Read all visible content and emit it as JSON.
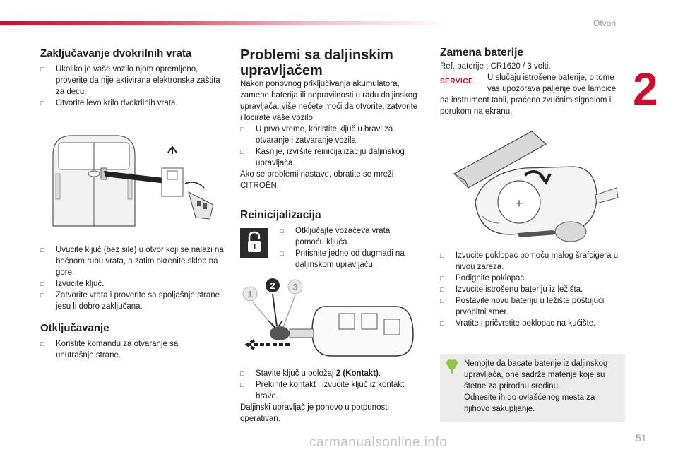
{
  "header": {
    "section_label": "Otvori",
    "chapter_number": "2",
    "page_number": "51"
  },
  "watermark": "carmanualsonline.info",
  "col1": {
    "heading1": "Zaključavanje dvokrilnih vrata",
    "bullets1": [
      "Ukoliko je vaše vozilo njom opremljeno, proverite da nije aktivirana elektronska zaštita za decu.",
      "Otvorite levo krilo dvokrilnih vrata."
    ],
    "bullets2": [
      "Uvucite ključ (bez sile) u otvor koji se nalazi na bočnom rubu vrata, a zatim okrenite sklop na gore.",
      "Izvucite ključ.",
      "Zatvorite vrata i proverite sa spoljašnje strane jesu li dobro zaključana."
    ],
    "heading2": "Otključavanje",
    "bullets3": [
      "Koristite komandu za otvaranje sa unutrašnje strane."
    ]
  },
  "col2": {
    "heading1": "Problemi sa daljinskim upravljačem",
    "para1": "Nakon ponovnog priključivanja akumulatora, zamene baterija ili nepravilnosti u radu daljinskog upravljača, više nećete moći da otvorite, zatvorite i locirate vaše vozilo.",
    "bullets1": [
      "U prvo vreme, koristite ključ u bravi za otvaranje i zatvaranje vozila.",
      "Kasnije, izvršite reinicijalizaciju daljinskog upravljača."
    ],
    "para2": "Ako se problemi nastave, obratite se mreži CITROËN.",
    "heading2": "Reinicijalizacija",
    "bullets2": [
      "Otključajte vozačeva vrata pomoću ključa.",
      "Pritisnite jedno od dugmadi na daljinskom upravljaču."
    ],
    "steps": [
      "1",
      "2",
      "3"
    ],
    "bullet3_prefix": "Stavite ključ u položaj ",
    "bullet3_bold": "2 (Kontakt)",
    "bullet3_suffix": ".",
    "bullet4": "Prekinite kontakt i izvucite ključ iz kontakt brave.",
    "para3": "Daljinski upravljač je ponovo u potpunosti operativan."
  },
  "col3": {
    "heading1": "Zamena baterije",
    "battery_ref": "Ref. baterije : CR1620 / 3 volti.",
    "service_label": "SERVICE",
    "para1_indented": "U slučaju istrošene baterije, o tome vas upozorava paljenje ove lampice",
    "para1_full": "na instrument tabli, praćeno zvučnim signalom i porukom na ekranu.",
    "bullets1": [
      "Izvucite poklopac pomoću malog šrafcigera u nivou zareza.",
      "Podignite poklopac.",
      "Izvucite istrošenu bateriju iz ležišta.",
      "Postavite novu bateriju u ležište poštujući prvobitni smer.",
      "Vratite i pričvrstite poklopac na kućište."
    ],
    "note_line1": "Nemojte da bacate baterije iz daljinskog upravljača, one sadrže materije koje su štetne za prirodnu sredinu.",
    "note_line2": "Odnesite ih do ovlašćenog mesta za njihovo sakupljanje."
  },
  "colors": {
    "brand_red": "#c8102e",
    "note_bg": "#ececec",
    "eco_green": "#8dc63f"
  }
}
